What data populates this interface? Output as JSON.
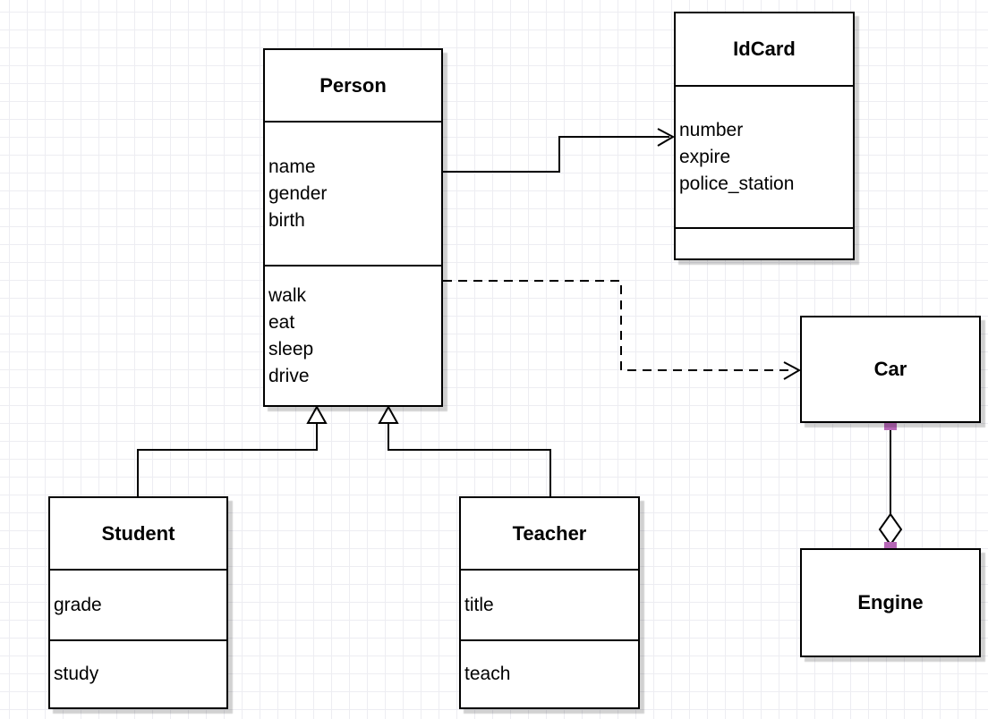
{
  "classes": {
    "person": {
      "name": "Person",
      "attributes": [
        "name",
        "gender",
        "birth"
      ],
      "methods": [
        "walk",
        "eat",
        "sleep",
        "drive"
      ]
    },
    "idcard": {
      "name": "IdCard",
      "attributes": [
        "number",
        "expire",
        "police_station"
      ],
      "methods": []
    },
    "car": {
      "name": "Car"
    },
    "engine": {
      "name": "Engine"
    },
    "student": {
      "name": "Student",
      "attributes": [
        "grade"
      ],
      "methods": [
        "study"
      ]
    },
    "teacher": {
      "name": "Teacher",
      "attributes": [
        "title"
      ],
      "methods": [
        "teach"
      ]
    }
  },
  "relationships": [
    {
      "from": "Person",
      "to": "IdCard",
      "type": "directed-association",
      "line": "solid",
      "arrow": "open"
    },
    {
      "from": "Person",
      "to": "Car",
      "type": "dependency",
      "line": "dashed",
      "arrow": "open"
    },
    {
      "from": "Student",
      "to": "Person",
      "type": "generalization",
      "line": "solid",
      "arrow": "hollow-triangle"
    },
    {
      "from": "Teacher",
      "to": "Person",
      "type": "generalization",
      "line": "solid",
      "arrow": "hollow-triangle"
    },
    {
      "from": "Car",
      "to": "Engine",
      "type": "aggregation",
      "line": "solid",
      "marker": "hollow-diamond"
    }
  ],
  "colors": {
    "canvas_bg": "#ffffff",
    "grid_line": "#ededf2",
    "box_fill": "#ffffff",
    "box_border": "#000000",
    "connector": "#000000",
    "endpoint_handle": "#b667b6"
  }
}
